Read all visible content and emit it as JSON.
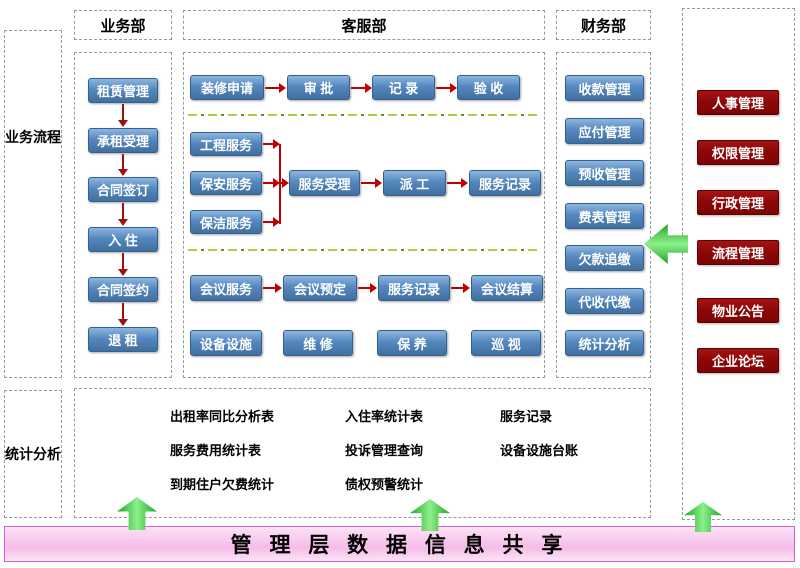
{
  "headers": {
    "business": "业务部",
    "service": "客服部",
    "finance": "财务部"
  },
  "side_labels": {
    "process": "业务流程",
    "stats": "统计分析"
  },
  "business_flow": [
    "租赁管理",
    "承租受理",
    "合同签订",
    "入 住",
    "合同签约",
    "退 租"
  ],
  "service_rows": {
    "renovation": [
      "装修申请",
      "审 批",
      "记 录",
      "验 收"
    ],
    "service_sources": [
      "工程服务",
      "保安服务",
      "保洁服务"
    ],
    "service_flow": [
      "服务受理",
      "派 工",
      "服务记录"
    ],
    "meeting": [
      "会议服务",
      "会议预定",
      "服务记录",
      "会议结算"
    ],
    "facility": [
      "设备设施",
      "维 修",
      "保 养",
      "巡 视"
    ]
  },
  "finance_items": [
    "收款管理",
    "应付管理",
    "预收管理",
    "费表管理",
    "欠款追缴",
    "代收代缴",
    "统计分析"
  ],
  "admin_modules": [
    "人事管理",
    "权限管理",
    "行政管理",
    "流程管理",
    "物业公告",
    "企业论坛"
  ],
  "stats_reports": {
    "col1": [
      "出租率同比分析表",
      "服务费用统计表",
      "到期住户欠费统计"
    ],
    "col2": [
      "入住率统计表",
      "投诉管理查询",
      "债权预警统计"
    ],
    "col3": [
      "服务记录",
      "设备设施台账"
    ]
  },
  "footer": "管 理 层 数 据 信 息 共 享",
  "colors": {
    "flow_box": "#4f81bd",
    "admin_box": "#8a0606",
    "arrow": "#c00000",
    "separator": "#92d050",
    "footer_bg": "#f5bce8",
    "footer_border": "#d060d0",
    "green_arrow": "#23a623"
  }
}
